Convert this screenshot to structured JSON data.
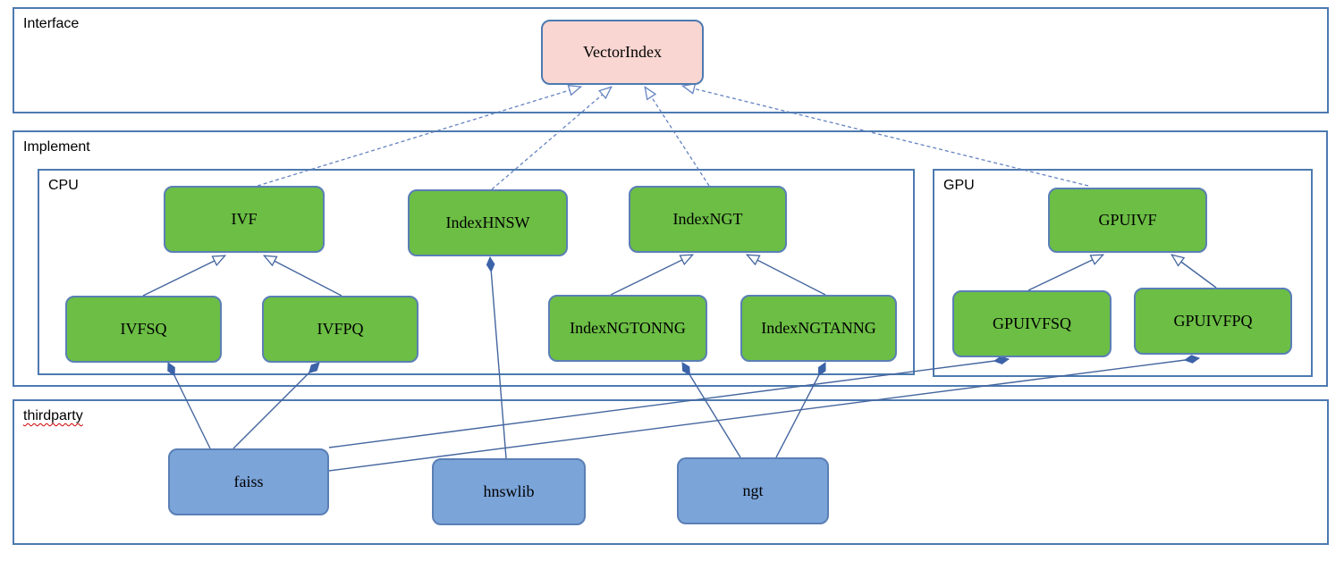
{
  "diagram": {
    "containers": {
      "interface": "Interface",
      "implement": "Implement",
      "cpu": "CPU",
      "gpu": "GPU",
      "thirdparty": "thirdparty"
    },
    "nodes": {
      "vectorindex": "VectorIndex",
      "ivf": "IVF",
      "indexhnsw": "IndexHNSW",
      "indexngt": "IndexNGT",
      "ivfsq": "IVFSQ",
      "ivfpq": "IVFPQ",
      "indexngtonng": "IndexNGTONNG",
      "indexngtanng": "IndexNGTANNG",
      "gpuivf": "GPUIVF",
      "gpuivfsq": "GPUIVFSQ",
      "gpuivfpq": "GPUIVFPQ",
      "faiss": "faiss",
      "hnswlib": "hnswlib",
      "ngt": "ngt"
    },
    "edges": [
      {
        "from": "IVF",
        "to": "VectorIndex",
        "type": "realization-dashed-hollow-arrow"
      },
      {
        "from": "IndexHNSW",
        "to": "VectorIndex",
        "type": "realization-dashed-hollow-arrow"
      },
      {
        "from": "IndexNGT",
        "to": "VectorIndex",
        "type": "realization-dashed-hollow-arrow"
      },
      {
        "from": "GPUIVF",
        "to": "VectorIndex",
        "type": "realization-dashed-hollow-arrow"
      },
      {
        "from": "IVFSQ",
        "to": "IVF",
        "type": "generalization-hollow-arrow"
      },
      {
        "from": "IVFPQ",
        "to": "IVF",
        "type": "generalization-hollow-arrow"
      },
      {
        "from": "IndexNGTONNG",
        "to": "IndexNGT",
        "type": "generalization-hollow-arrow"
      },
      {
        "from": "IndexNGTANNG",
        "to": "IndexNGT",
        "type": "generalization-hollow-arrow"
      },
      {
        "from": "GPUIVFSQ",
        "to": "GPUIVF",
        "type": "generalization-hollow-arrow"
      },
      {
        "from": "GPUIVFPQ",
        "to": "GPUIVF",
        "type": "generalization-hollow-arrow"
      },
      {
        "from": "faiss",
        "to": "IVFSQ",
        "type": "composition-diamond"
      },
      {
        "from": "faiss",
        "to": "IVFPQ",
        "type": "composition-diamond"
      },
      {
        "from": "faiss",
        "to": "GPUIVFSQ",
        "type": "composition-diamond"
      },
      {
        "from": "faiss",
        "to": "GPUIVFPQ",
        "type": "composition-diamond"
      },
      {
        "from": "hnswlib",
        "to": "IndexHNSW",
        "type": "composition-diamond"
      },
      {
        "from": "ngt",
        "to": "IndexNGTONNG",
        "type": "composition-diamond"
      },
      {
        "from": "ngt",
        "to": "IndexNGTANNG",
        "type": "composition-diamond"
      }
    ],
    "colors": {
      "container_border": "#4d7ab0",
      "node_green": "#6cbe45",
      "node_blue": "#7ba4d9",
      "node_pink": "#f9d6d1",
      "node_border": "#5a7fb5",
      "edge_solid": "#44659e",
      "edge_dashed": "#6583c0",
      "diamond_fill": "#3c63a8",
      "spellcheck_underline": "#cc0000"
    }
  }
}
